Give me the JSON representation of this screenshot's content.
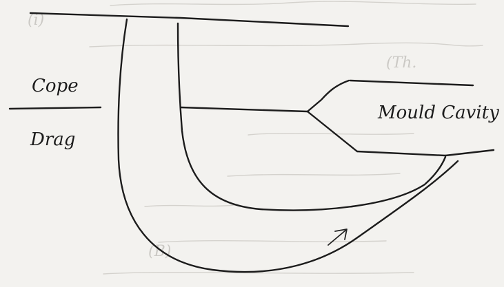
{
  "diagram": {
    "labels": {
      "cope": "Cope",
      "drag": "Drag",
      "mould_cavity": "Mould Cavity"
    },
    "ink_color": "#1c1c1c",
    "paper_color": "#f3f2ef"
  }
}
